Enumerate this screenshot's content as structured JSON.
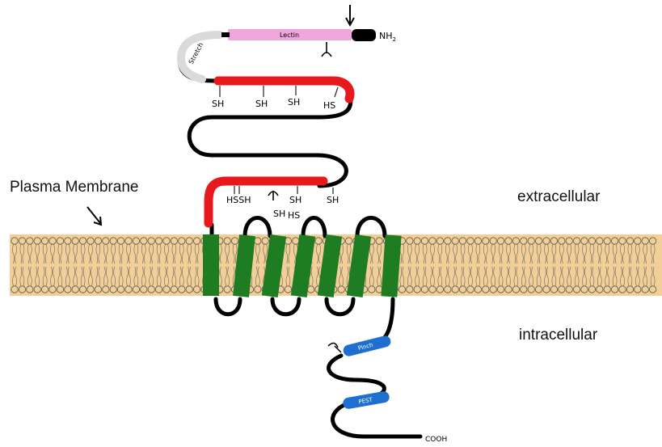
{
  "labels": {
    "plasma_membrane": "Plasma Membrane",
    "extracellular": "extracellular",
    "intracellular": "intracellular",
    "nh2": "NH",
    "nh2_sub": "2",
    "cooh": "COOH",
    "lectin": "Lectin",
    "stretch": "Stretch",
    "pinch": "Pinch",
    "pest": "PEST",
    "sh": "SH",
    "hs": "HS",
    "hssh": "HSSH"
  },
  "colors": {
    "membrane": "#f3cf98",
    "membrane_edge": "#dcb27a",
    "helix": "#1e7d22",
    "chain": "#000000",
    "cys_domain": "#e8191c",
    "lectin_domain": "#f0a6dc",
    "stretch_domain": "#dadada",
    "intracellular_domain": "#1f6fd1",
    "background": "#ffffff"
  },
  "icons": {
    "arrow": "down-arrow-icon",
    "glyco": "glycosylation-fork-icon"
  }
}
